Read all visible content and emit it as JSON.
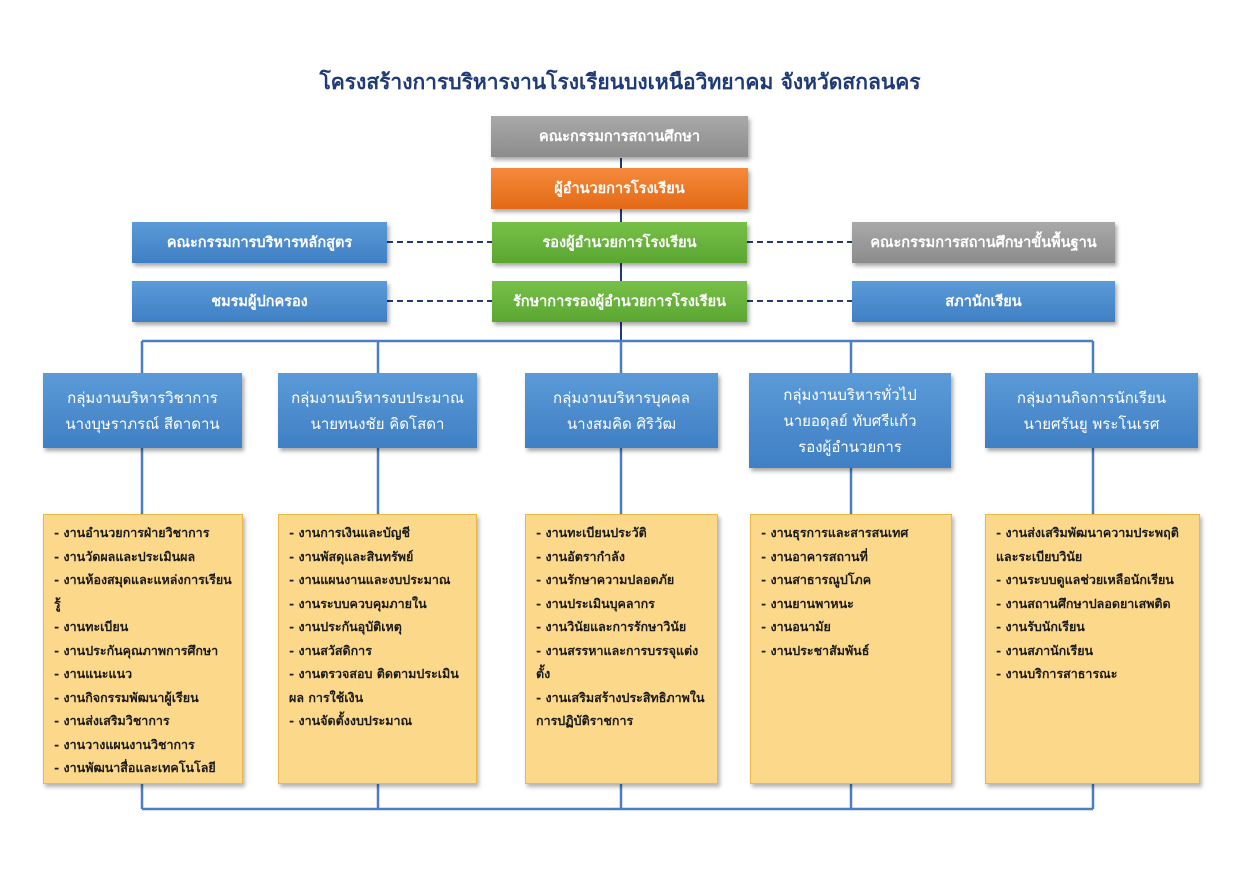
{
  "title": "โครงสร้างการบริหารงานโรงเรียนบงเหนือวิทยาคม จังหวัดสกลนคร",
  "top": {
    "board": "คณะกรรมการสถานศึกษา",
    "director": "ผู้อำนวยการโรงเรียน",
    "deputy": "รองผู้อำนวยการโรงเรียน",
    "acting_deputy": "รักษาการรองผู้อำนวยการโรงเรียน",
    "curriculum_committee": "คณะกรรมการบริหารหลักสูตร",
    "basic_board": "คณะกรรมการสถานศึกษาขั้นพื้นฐาน",
    "parents_club": "ชมรมผู้ปกครอง",
    "student_council": "สภานักเรียน"
  },
  "colors": {
    "title": "#1f3a78",
    "line": "#4a7fc1",
    "dash": "#1f3a78"
  },
  "groups": [
    {
      "lines": [
        "กลุ่มงานบริหารวิชาการ",
        "นางบุษราภรณ์  สีดาดาน"
      ],
      "tasks": [
        "- งานอำนวยการฝ่ายวิชาการ",
        "- งานวัดผลและประเมินผล",
        "- งานห้องสมุดและแหล่งการเรียนรู้",
        "- งานทะเบียน",
        "- งานประกันคุณภาพการศึกษา",
        "- งานแนะแนว",
        "- งานกิจกรรมพัฒนาผู้เรียน",
        "- งานส่งเสริมวิชาการ",
        "- งานวางแผนงานวิชาการ",
        "- งานพัฒนาสื่อและเทคโนโลยี"
      ]
    },
    {
      "lines": [
        "กลุ่มงานบริหารงบประมาณ",
        "นายทนงชัย  คิดโสดา"
      ],
      "tasks": [
        "- งานการเงินและบัญชี",
        "- งานพัสดุและสินทรัพย์",
        "- งานแผนงานและงบประมาณ",
        "- งานระบบควบคุมภายใน",
        "- งานประกันอุบัติเหตุ",
        "- งานสวัสดิการ",
        "- งานตรวจสอบ ติดตามประเมินผล การใช้เงิน",
        "- งานจัดตั้งงบประมาณ"
      ]
    },
    {
      "lines": [
        "กลุ่มงานบริหารบุคคล",
        "นางสมคิด  ศิริวัฒ"
      ],
      "tasks": [
        "- งานทะเบียนประวัติ",
        "- งานอัตรากำลัง",
        "- งานรักษาความปลอดภัย",
        "- งานประเมินบุคลากร",
        "- งานวินัยและการรักษาวินัย",
        "- งานสรรหาและการบรรจุแต่งตั้ง",
        "- งานเสริมสร้างประสิทธิภาพในการปฏิบัติราชการ"
      ]
    },
    {
      "lines": [
        "กลุ่มงานบริหารทั่วไป",
        "นายอดุลย์  ทับศรีแก้ว",
        "รองผู้อำนวยการ"
      ],
      "tasks": [
        "- งานธุรการและสารสนเทศ",
        "- งานอาคารสถานที่",
        "- งานสาธารณูปโภค",
        "- งานยานพาหนะ",
        "- งานอนามัย",
        "- งานประชาสัมพันธ์"
      ]
    },
    {
      "lines": [
        "กลุ่มงานกิจการนักเรียน",
        "นายศรันยู  พระโนเรศ"
      ],
      "tasks": [
        "- งานส่งเสริมพัฒนาความประพฤติและระเบียบวินัย",
        "- งานระบบดูแลช่วยเหลือนักเรียน",
        "- งานสถานศึกษาปลอดยาเสพติด",
        "- งานรับนักเรียน",
        "- งานสภานักเรียน",
        "- งานบริการสาธารณะ"
      ]
    }
  ]
}
